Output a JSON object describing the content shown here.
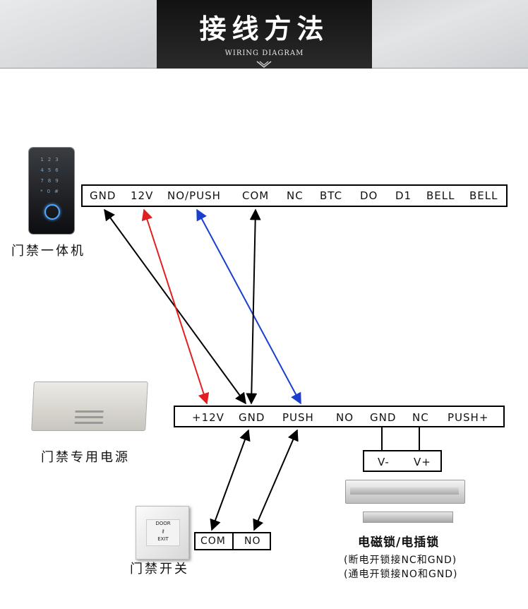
{
  "header": {
    "title": "接线方法",
    "subtitle": "WIRING DIAGRAM"
  },
  "keypad": {
    "label": "门禁一体机",
    "terminals": [
      "GND",
      "12V",
      "NO/PUSH",
      "COM",
      "NC",
      "BTC",
      "DO",
      "D1",
      "BELL",
      "BELL"
    ]
  },
  "power_supply": {
    "label": "门禁专用电源",
    "terminals": [
      "+12V",
      "GND",
      "PUSH",
      "NO",
      "GND",
      "NC",
      "PUSH+"
    ]
  },
  "lock": {
    "terminals": [
      "V-",
      "V+"
    ],
    "label": "电磁锁/电插锁",
    "note_1": "(断电开锁接NC和GND)",
    "note_2": "(通电开锁接NO和GND)"
  },
  "exit_button": {
    "label": "门禁开关",
    "terminals": [
      "COM",
      "NO"
    ],
    "face_text_top": "DOOR",
    "face_text_bottom": "EXIT"
  },
  "colors": {
    "gnd_wire": "#000000",
    "power_wire": "#e02020",
    "push_wire": "#1a3fd0",
    "com_wire": "#000000"
  }
}
